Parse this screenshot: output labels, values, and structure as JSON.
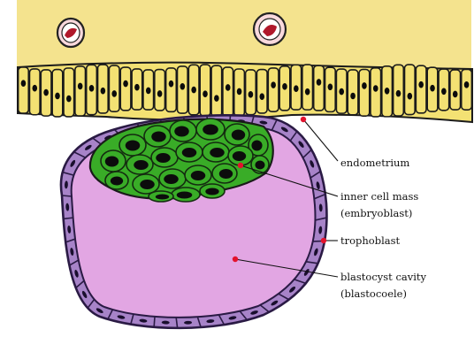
{
  "labels": {
    "endometrium": "endometrium",
    "inner_cell_mass": "inner cell mass",
    "embryoblast": "(embryoblast)",
    "trophoblast": "trophoblast",
    "blastocyst_cavity": "blastocyst cavity",
    "blastocoele": "(blastocoele)"
  },
  "colors": {
    "endometrium_fill": "#f4e38e",
    "epithelium_fill": "#f3e173",
    "trophoblast_fill": "#a783c8",
    "cavity_fill": "#e2a6e3",
    "inner_cell_fill": "#39ac27",
    "nucleus": "#0c0c0c",
    "pointer_dot": "#e3122d",
    "blood_vessel": "#f6c7ce",
    "blood_cell": "#b0182b"
  }
}
